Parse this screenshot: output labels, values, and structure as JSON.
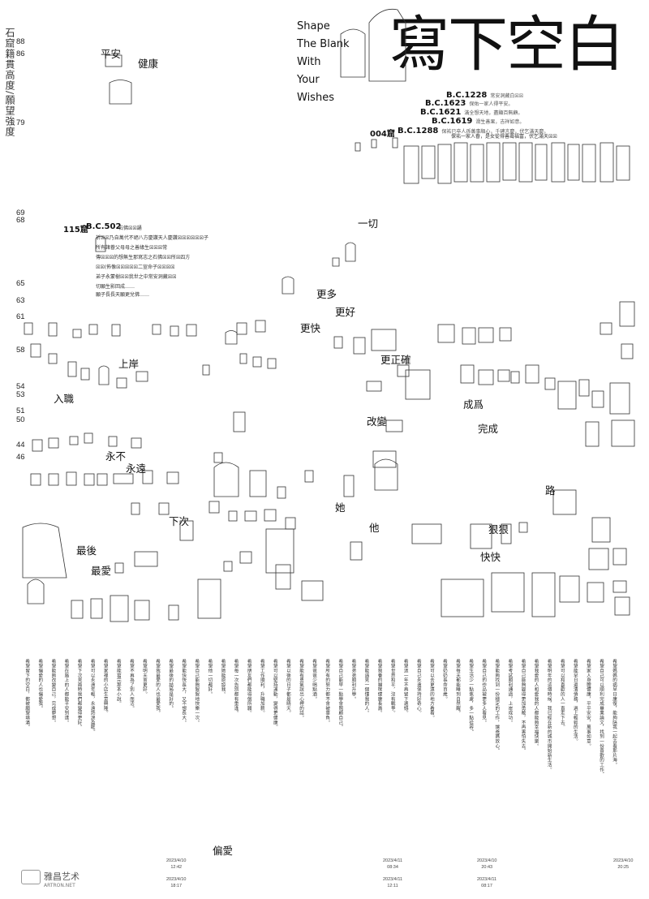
{
  "title_cn": "寫下空白",
  "title_en": [
    "Shape",
    "The Blank",
    "With",
    "Your",
    "Wishes"
  ],
  "side_vertical": "石窟籍貫高度/願望強度",
  "heights": [
    {
      "label": "88"
    },
    {
      "label": "86"
    },
    {
      "label": "79"
    },
    {
      "label": "69"
    },
    {
      "label": "68"
    },
    {
      "label": "65"
    },
    {
      "label": "63"
    },
    {
      "label": "61"
    },
    {
      "label": "58"
    },
    {
      "label": "54"
    },
    {
      "label": "53"
    },
    {
      "label": "51"
    },
    {
      "label": "50"
    },
    {
      "label": "44"
    },
    {
      "label": "46"
    }
  ],
  "eras": [
    {
      "label": "B.C.1228",
      "note": "常安洞藏白☒☒"
    },
    {
      "label": "B.C.1623",
      "note": "保佑一家人得平安。"
    },
    {
      "label": "B.C.1621",
      "note": "滿全想天地，盡顯百無顧。"
    },
    {
      "label": "B.C.1619",
      "note": "滑生善果，吉祥如意。"
    },
    {
      "label": "B.C.1288",
      "note": "保祐已卒人孫萬事順心，千碑言慶，伏乞滿天慶。"
    }
  ],
  "era_extra": "保祐一家人眷，是女從得善壽福富，伏乞滿天☒☒",
  "cave_004": "004窟",
  "cave_115": "115窟",
  "era_502": "B.C.502",
  "inscription_115": [
    "石佛☒☒誦",
    "祈☒☒乃自萬代不絕八方慶讚天人慶讚☒☒☒☒☒☒子",
    "所有諸眷父母母之善緣生☒☒☒常",
    "傳☒☒☒的想無生那寫志之石佛☒☒所☒四方",
    "☒☒(佈像☒☒☒☒☒二宣命子☒☒☒☒",
    "弟子永蒙樹☒☒我世之中常安洞藏☒☒",
    "切願生影回成……",
    "願子長長天願更兌佛……"
  ],
  "words": [
    "平安",
    "健康",
    "一切",
    "更多",
    "更好",
    "更快",
    "上岸",
    "更正確",
    "入職",
    "成爲",
    "改變",
    "完成",
    "永不",
    "永遠",
    "路",
    "下次",
    "她",
    "他",
    "狠狠",
    "最後",
    "快快",
    "最愛",
    "偏愛"
  ],
  "wish_columns": [
    "希望媽媽的病早日康復，能夠陪我一起去看那片海。",
    "希望自己可以順利完成畢業論文，找到一份喜歡的工作。",
    "希望家人身體健康，平平安安，萬事如意。",
    "希望能早日還清債務，過上輕鬆的生活。",
    "希望可以和喜歡的人一直走下去。",
    "希望明年的這個時候，我已經在新的城市開始新生活。",
    "希望我愛的人和愛我的人都能夠幸福快樂。",
    "希望自己能夠變得更加勇敢，不再害怕失去。",
    "希望考試順利通過，上岸成功。",
    "希望能夠找到一份穩定的工作，讓爸媽放心。",
    "希望自己的作品被更多人看見。",
    "希望生活少一點焦慮，多一點從容。",
    "希望每天都能睡到自然醒。",
    "希望奶奶長命百歲。",
    "希望可以去更遠的地方看看。",
    "希望自己永遠保持好奇心。",
    "希望這一年不再留下遺憾。",
    "希望世界和平，沒有戰爭。",
    "希望我養的貓咪健康長壽。",
    "希望能遇見一個懂我的人。",
    "希望弟弟順利升學。",
    "希望自己能早一點學會照顧自己。",
    "希望所有的努力都不會被辜負。",
    "希望爸爸少喝點酒。",
    "希望能有勇氣說出心裡的話。",
    "希望以後的日子都是晴天。",
    "希望可以堅持運動，變得更健康。",
    "希望工作順利，升職加薪。",
    "希望朋友們都能得償所願。",
    "希望每一次告別都有重逢。",
    "希望她能原諒我。",
    "希望他一切都好。",
    "希望自己能夠狠狠地快樂一次。",
    "希望能快快長大，又不想長大。",
    "希望最後的結局是好的。",
    "希望我最愛的人也最愛我。",
    "希望明天會更好。",
    "希望不再為了別人而活。",
    "希望能寫完那本小說。",
    "希望家裡的小店生意興隆。",
    "希望可以永遠年輕，永遠熱淚盈眶。",
    "希望下次見面時我們都變得更好。",
    "希望在路上的人都能平安到達。",
    "希望能夠改變自己，完成夢想。",
    "希望偏愛的人也偏愛我。",
    "希望留下的空白，都被願望填滿。"
  ],
  "dates": [
    {
      "label": "2023/4/10\n12:42"
    },
    {
      "label": "2023/4/10\n18:17"
    },
    {
      "label": "2023/4/11\n08:34"
    },
    {
      "label": "2023/4/11\n12:11"
    },
    {
      "label": "2023/4/10\n20:43"
    },
    {
      "label": "2023/4/11\n08:17"
    },
    {
      "label": "2023/4/10\n20:25"
    }
  ],
  "watermark": "雅昌艺术",
  "watermark_sub": "ARTRON.NET"
}
